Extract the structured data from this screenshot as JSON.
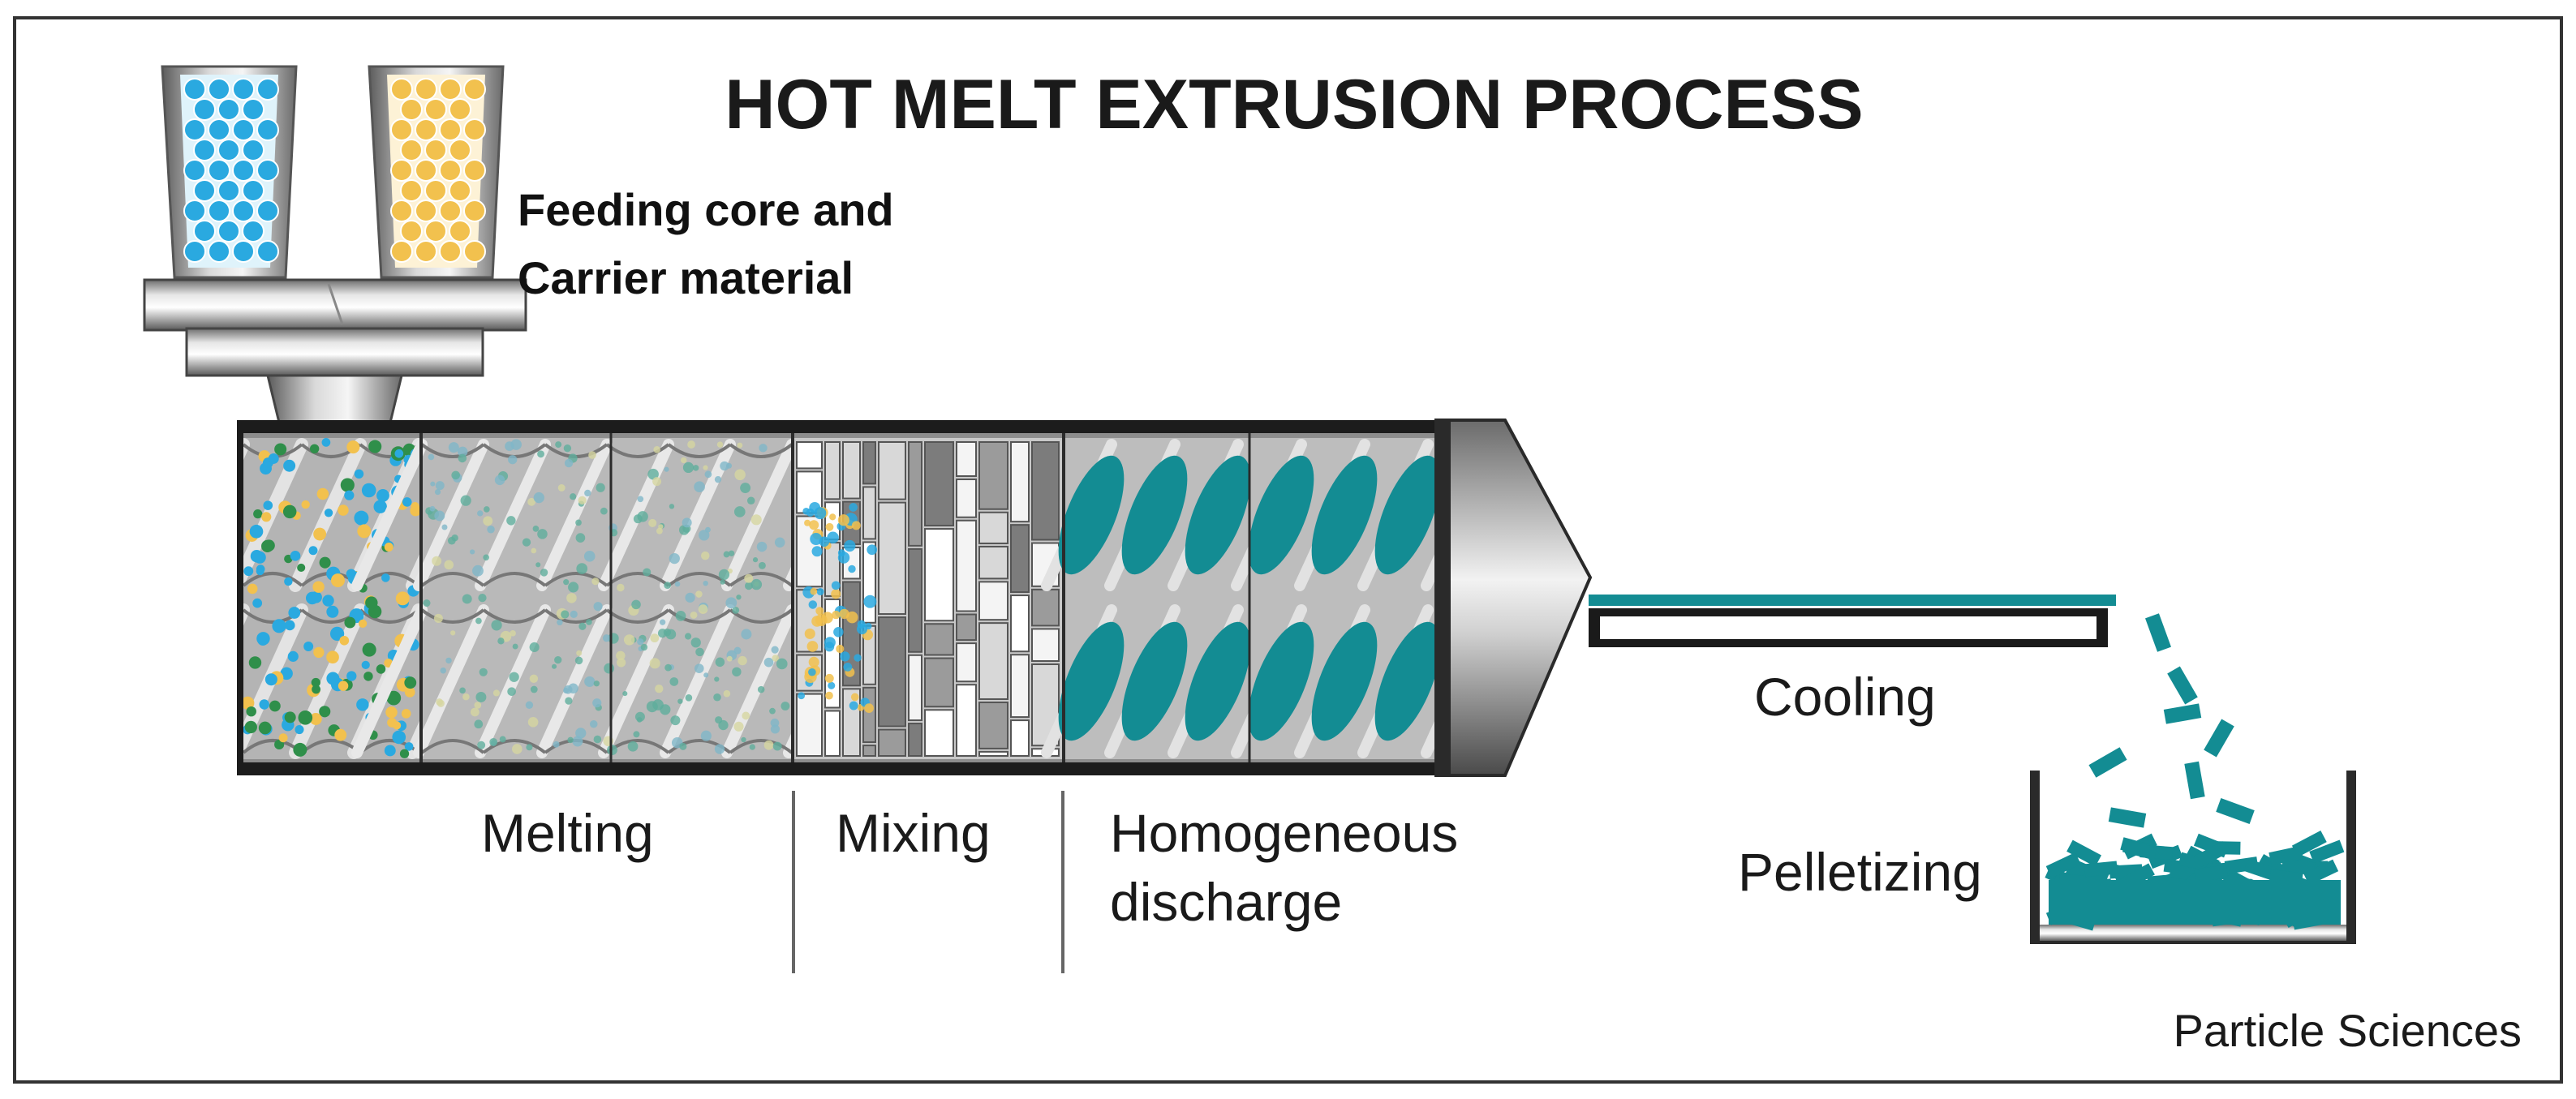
{
  "title": "HOT MELT EXTRUSION PROCESS",
  "feeding_label": {
    "line1": "Feeding core and",
    "line2": "Carrier material"
  },
  "stages": {
    "melting": "Melting",
    "mixing": "Mixing",
    "homogeneous_line1": "Homogeneous",
    "homogeneous_line2": "discharge",
    "cooling": "Cooling",
    "pelletizing": "Pelletizing"
  },
  "credit": "Particle Sciences",
  "colors": {
    "core_material": "#2aa9e0",
    "carrier_material": "#f2c14e",
    "melt_teal": "#138c93",
    "barrel_dark": "#1c1c1c",
    "screw_gray": "#9a9a9a"
  }
}
